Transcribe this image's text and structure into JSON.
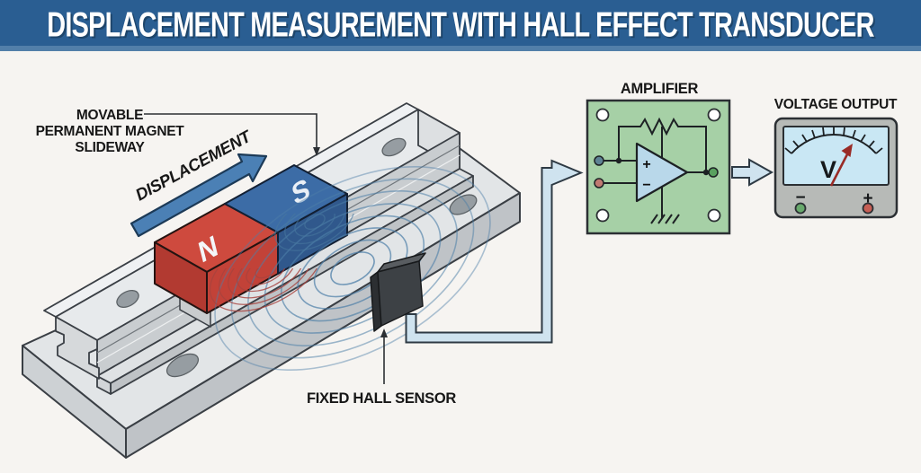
{
  "title": "DISPLACEMENT MEASUREMENT WITH HALL EFFECT TRANSDUCER",
  "labels": {
    "slideway_line1": "MOVABLE",
    "slideway_line2": "PERMANENT MAGNET",
    "slideway_line3": "SLIDEWAY",
    "displacement": "DISPLACEMENT",
    "sensor": "FIXED HALL SENSOR",
    "amplifier": "AMPLIFIER",
    "voltage_output": "VOLTAGE OUTPUT"
  },
  "magnet": {
    "north": "N",
    "south": "S"
  },
  "amplifier_symbols": {
    "plus": "+",
    "minus": "−"
  },
  "meter": {
    "unit": "V",
    "minus": "−",
    "plus": "+"
  },
  "colors": {
    "banner_blue": "#2a5e92",
    "banner_strip": "#527fa9",
    "magnet_red": "#ce4a3e",
    "magnet_blue": "#3c6ca6",
    "board_green": "#a6d0a6",
    "opamp_blue": "#b9d8ea",
    "field_line_blue": "#4d7fa8",
    "field_line_red": "#a8433e",
    "signal_wire_blue": "#cfe3ef",
    "displacement_arrow_blue": "#4b80b5",
    "meter_screen_blue": "#c9e7f4",
    "needle_red": "#992b26"
  }
}
